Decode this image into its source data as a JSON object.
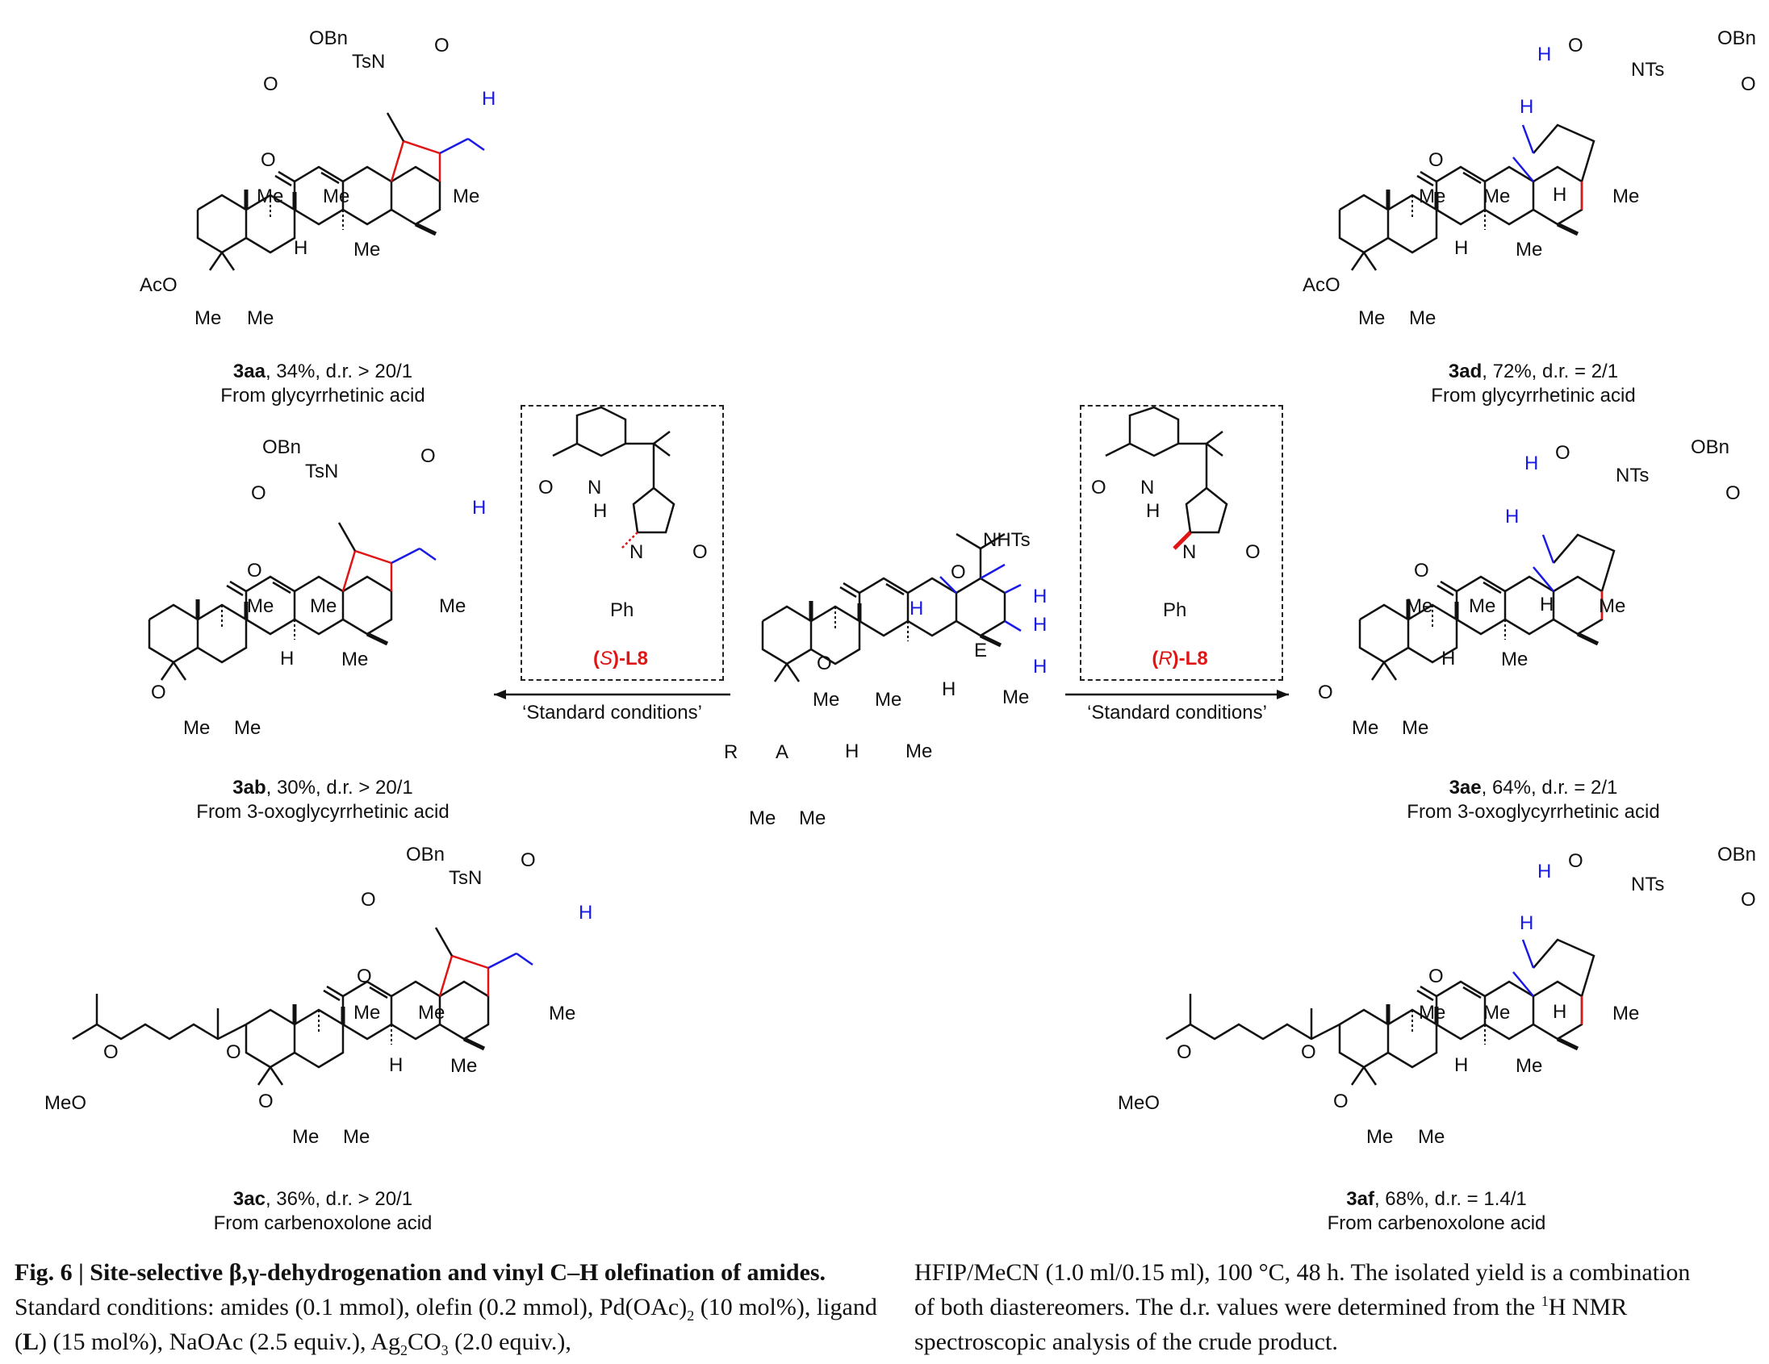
{
  "figure": {
    "compounds": [
      {
        "id": "3aa",
        "yield_text": ", 34%, d.r. >  20/1",
        "source": "From glycyrrhetinic acid"
      },
      {
        "id": "3ab",
        "yield_text": ", 30%, d.r. >  20/1",
        "source": "From 3-oxoglycyrrhetinic acid"
      },
      {
        "id": "3ac",
        "yield_text": ", 36%, d.r. >  20/1",
        "source": "From carbenoxolone acid"
      },
      {
        "id": "3ad",
        "yield_text": ", 72%, d.r. =  2/1",
        "source": "From glycyrrhetinic acid"
      },
      {
        "id": "3ae",
        "yield_text": ", 64%, d.r. =  2/1",
        "source": "From 3-oxoglycyrrhetinic acid"
      },
      {
        "id": "3af",
        "yield_text": ", 68%, d.r. = 1.4/1",
        "source": "From carbenoxolone acid"
      }
    ],
    "ligands": [
      {
        "stereo": "S",
        "name": "-L8"
      },
      {
        "stereo": "R",
        "name": "-L8"
      }
    ],
    "conditions_label": "‘Standard conditions’",
    "atom_labels": {
      "OBn": "OBn",
      "TsN": "TsN",
      "NTs": "NTs",
      "NHTs": "NHTs",
      "O": "O",
      "H": "H",
      "Me": "Me",
      "AcO": "AcO",
      "MeO": "MeO",
      "N": "N",
      "Ph": "Ph",
      "R": "R",
      "A": "A",
      "E": "E"
    }
  },
  "caption": {
    "fig_label": "Fig. 6 | ",
    "title": "Site-selective β,γ-dehydrogenation and vinyl C–H olefination of amides.",
    "text_1": " Standard conditions: amides (0.1 mmol), olefin (0.2 mmol), Pd(OAc)",
    "sub_2a": "2",
    "text_2": " (10 mol%), ligand (",
    "ligand_symbol": "L",
    "text_3": ") (15 mol%), NaOAc (2.5 equiv.), Ag",
    "sub_2b": "2",
    "text_4": "CO",
    "sub_3": "3",
    "text_5": " (2.0 equiv.),",
    "right_1": "HFIP/MeCN (1.0 ml/0.15 ml), 100 °C, 48 h. The isolated yield is a combination",
    "right_2a": "of both diastereomers. The d.r. values were determined from the ",
    "right_sup": "1",
    "right_2b": "H NMR",
    "right_3": "spectroscopic analysis of the crude product."
  },
  "colors": {
    "black": "#111111",
    "red": "#e01515",
    "blue": "#1a1ae6"
  }
}
